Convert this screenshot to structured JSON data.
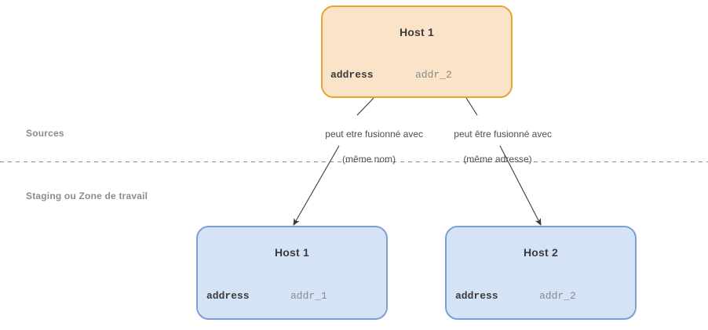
{
  "diagram": {
    "type": "entity-merge-diagram",
    "zones": [
      {
        "id": "sources",
        "label": "Sources"
      },
      {
        "id": "staging",
        "label": "Staging ou Zone de travail"
      }
    ],
    "divider": {
      "style": "dashed",
      "color": "#8a8a8a"
    },
    "entities": [
      {
        "id": "source-host-1",
        "zone": "sources",
        "title": "Host 1",
        "fill": "#fbe3c9",
        "stroke": "#e5a42d",
        "attributes": [
          {
            "name": "address",
            "value": "addr_2"
          }
        ]
      },
      {
        "id": "staging-host-1",
        "zone": "staging",
        "title": "Host 1",
        "fill": "#d5e3f6",
        "stroke": "#7d9fd3",
        "attributes": [
          {
            "name": "address",
            "value": "addr_1"
          }
        ]
      },
      {
        "id": "staging-host-2",
        "zone": "staging",
        "title": "Host 2",
        "fill": "#d5e3f6",
        "stroke": "#7d9fd3",
        "attributes": [
          {
            "name": "address",
            "value": "addr_2"
          }
        ]
      }
    ],
    "edges": [
      {
        "id": "edge-merge-by-name",
        "from": "source-host-1",
        "to": "staging-host-1",
        "label_line1": "peut etre fusionné avec",
        "label_line2": "(même nom)",
        "color": "#3b3b3b",
        "arrow": "to"
      },
      {
        "id": "edge-merge-by-address",
        "from": "source-host-1",
        "to": "staging-host-2",
        "label_line1": "peut être fusionné avec",
        "label_line2": "(même adresse)",
        "color": "#3b3b3b",
        "arrow": "to"
      }
    ]
  }
}
